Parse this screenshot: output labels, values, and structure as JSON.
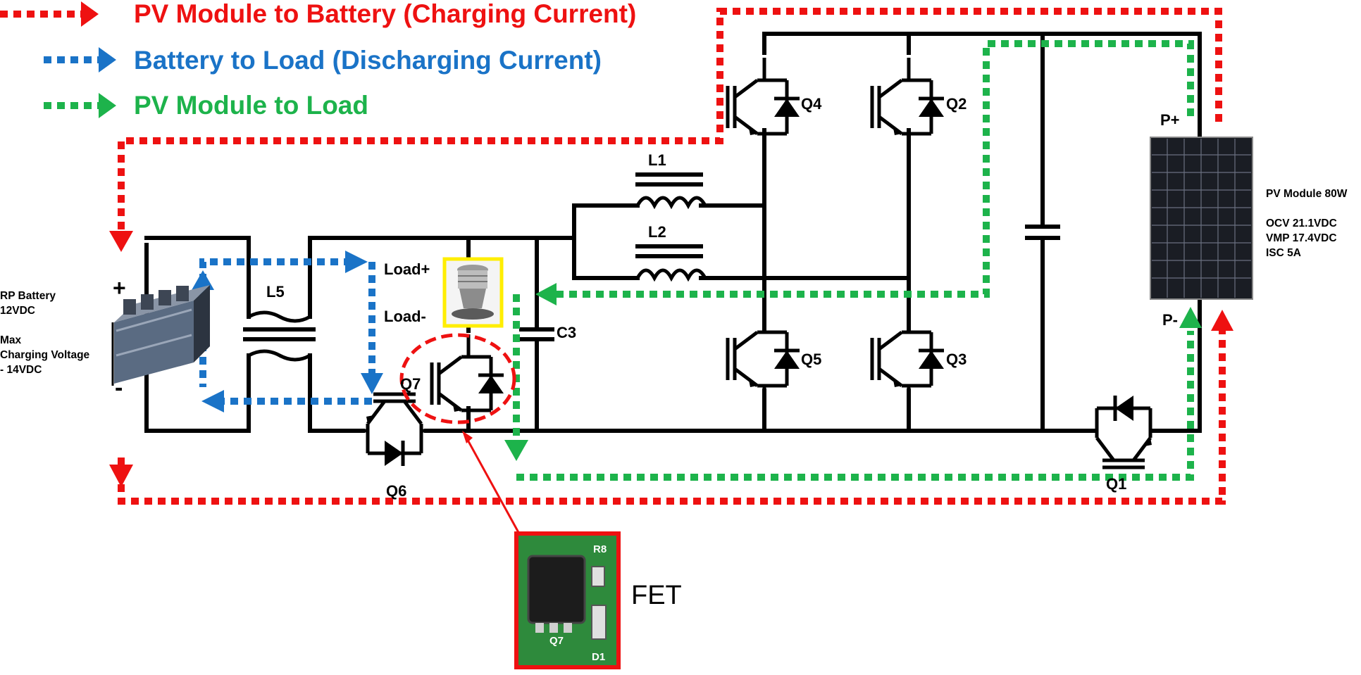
{
  "legend": [
    {
      "text": "PV Module to Battery (Charging Current)",
      "color": "#ee1111"
    },
    {
      "text": "Battery to Load (Discharging Current)",
      "color": "#1a73c7"
    },
    {
      "text": "PV Module to Load",
      "color": "#1db34b"
    }
  ],
  "components": {
    "inductors": [
      "L1",
      "L2",
      "L5"
    ],
    "capacitor": "C3",
    "switches": [
      "Q4",
      "Q2",
      "Q5",
      "Q3",
      "Q7",
      "Q6",
      "Q1"
    ]
  },
  "terminals": {
    "load_plus": "Load+",
    "load_minus": "Load-",
    "pv_plus": "P+",
    "pv_minus": "P-",
    "battery_plus": "+",
    "battery_minus": "-"
  },
  "battery_info": [
    "RP Battery",
    "12VDC",
    "",
    "Max",
    "Charging Voltage",
    "- 14VDC"
  ],
  "pv_info": [
    "PV Module 80W",
    "",
    "OCV 21.1VDC",
    "VMP 17.4VDC",
    "ISC 5A"
  ],
  "fet_callout": {
    "title": "FET",
    "board_labels": [
      "R8",
      "Q7",
      "D1"
    ]
  },
  "colors": {
    "charging": "#ee1111",
    "discharging": "#1a73c7",
    "pv_to_load": "#1db34b",
    "load_highlight": "#ffee00"
  },
  "icons": [
    "battery-icon",
    "solar-panel-icon",
    "load-lamp-icon",
    "fet-board-icon",
    "igbt-icon"
  ]
}
